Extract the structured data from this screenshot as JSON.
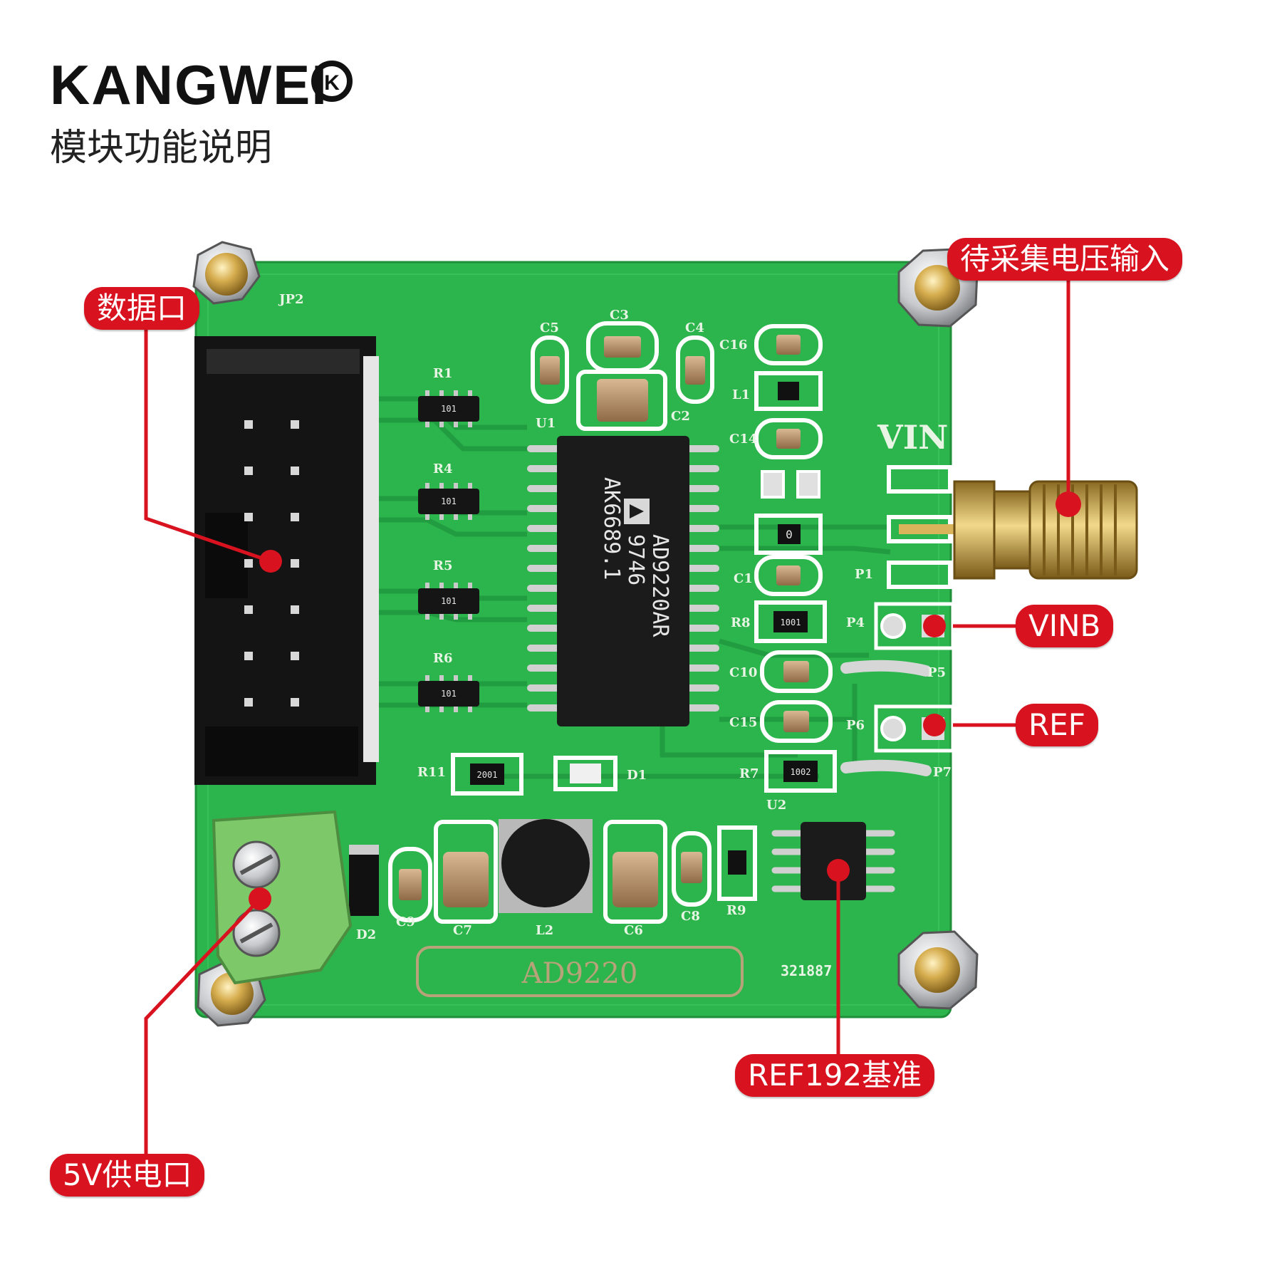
{
  "header": {
    "brand": "KANGWEI",
    "brand_mark": "K",
    "subtitle": "模块功能说明"
  },
  "callouts": {
    "data_port": "数据口",
    "signal_input": "待采集电压输入",
    "vinb": "VINB",
    "ref": "REF",
    "ref192": "REF192基准",
    "power_port": "5V供电口"
  },
  "board": {
    "silkscreen": {
      "vin": "VIN",
      "board_name": "AD9220",
      "serial": "321887",
      "p1": "P1",
      "p4": "P4",
      "p5": "P5",
      "p6": "P6",
      "p7": "P7",
      "r1": "R1",
      "r4": "R4",
      "r5": "R5",
      "r6": "R6",
      "r7": "R7",
      "r8": "R8",
      "r9": "R9",
      "r11": "R11",
      "c1": "C1",
      "c2": "C2",
      "c3": "C3",
      "c4": "C4",
      "c5": "C5",
      "c6": "C6",
      "c7": "C7",
      "c8": "C8",
      "c9": "C9",
      "c10": "C10",
      "c14": "C14",
      "c15": "C15",
      "c16": "C16",
      "d1": "D1",
      "d2": "D2",
      "l1": "L1",
      "l2": "L2",
      "u1": "U1",
      "u2": "U2",
      "jp2": "JP2"
    },
    "chip_lines": [
      "AD9220AR",
      "9746",
      "AK6689.1"
    ],
    "resistor_code": "101",
    "r11_code": "2001",
    "r8_code": "1001",
    "r7_code": "1002",
    "r3_code": "0"
  },
  "colors": {
    "callout_red": "#d9121f",
    "pcb_green": "#29b34a",
    "terminal_green": "#7dc96a",
    "gold": "#c9a043"
  }
}
